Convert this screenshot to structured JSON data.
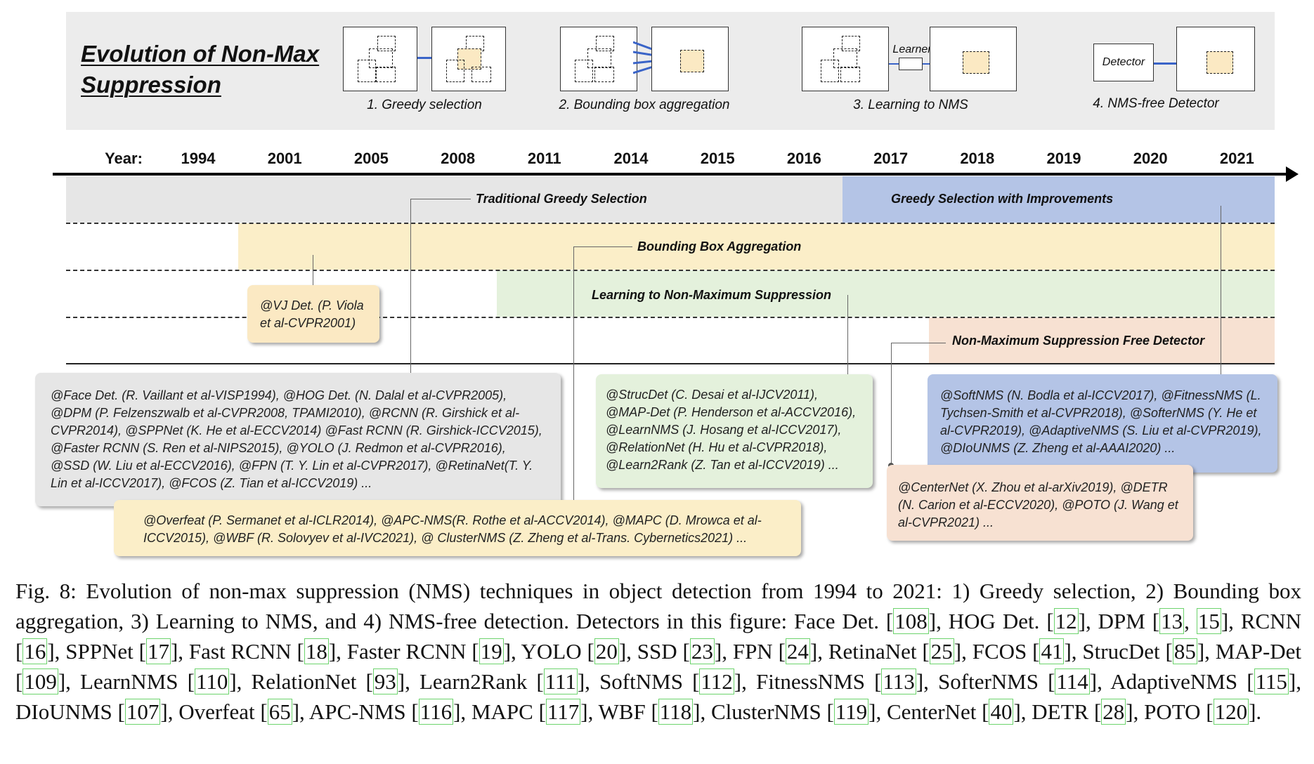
{
  "header": {
    "title_line1": "Evolution of Non-Max",
    "title_line2": "Suppression",
    "steps": [
      {
        "label": "1. Greedy selection"
      },
      {
        "label": "2. Bounding box aggregation"
      },
      {
        "label": "3. Learning to NMS",
        "learner": "Learner"
      },
      {
        "label": "4. NMS-free Detector",
        "detector": "Detector"
      }
    ]
  },
  "timeline": {
    "year_heading": "Year:",
    "years": [
      "1994",
      "2001",
      "2005",
      "2008",
      "2011",
      "2014",
      "2015",
      "2016",
      "2017",
      "2018",
      "2019",
      "2020",
      "2021"
    ]
  },
  "bands": {
    "greedy": "Traditional Greedy Selection",
    "greedy_improved": "Greedy Selection with Improvements",
    "aggregation": "Bounding Box Aggregation",
    "learning": "Learning to Non-Maximum Suppression",
    "nms_free": "Non-Maximum Suppression Free Detector"
  },
  "colors": {
    "greedy": "#e6e6e6",
    "greedy_improved": "#b4c4e6",
    "aggregation": "#fbeec8",
    "learning": "#e4f1dc",
    "nms_free": "#f7e1d2",
    "filled_box": "#fbe9c3"
  },
  "cards": {
    "vj": [
      "@VJ Det. (P. Viola",
      "et al-CVPR2001)"
    ],
    "greedy": [
      "@Face Det. (R. Vaillant et al-VISP1994), @HOG Det. (N. Dalal et al-CVPR2005),",
      "@DPM (P. Felzenszwalb et al-CVPR2008, TPAMI2010), @RCNN (R. Girshick et al-",
      "CVPR2014), @SPPNet (K. He et al-ECCV2014) @Fast RCNN (R. Girshick-ICCV2015),",
      "@Faster RCNN (S. Ren et al-NIPS2015), @YOLO (J. Redmon et al-CVPR2016),",
      "@SSD (W. Liu et al-ECCV2016), @FPN (T. Y. Lin et al-CVPR2017), @RetinaNet(T. Y.",
      "Lin et al-ICCV2017), @FCOS (Z. Tian et al-ICCV2019) ..."
    ],
    "aggregation": [
      "@Overfeat (P. Sermanet et al-ICLR2014), @APC-NMS(R. Rothe et al-ACCV2014), @MAPC (D. Mrowca et al-",
      "ICCV2015),  @WBF (R. Solovyev et al-IVC2021), @ ClusterNMS (Z. Zheng et al-Trans. Cybernetics2021) ..."
    ],
    "learning": [
      "@StrucDet (C. Desai et al-IJCV2011),",
      "@MAP-Det (P. Henderson et al-ACCV2016),",
      "@LearnNMS (J. Hosang et al-ICCV2017),",
      "@RelationNet (H. Hu et al-CVPR2018),",
      "@Learn2Rank (Z. Tan et al-ICCV2019) ..."
    ],
    "improved": [
      "@SoftNMS (N. Bodla et al-ICCV2017), @FitnessNMS (L.",
      "Tychsen-Smith et al-CVPR2018), @SofterNMS (Y. He et",
      "al-CVPR2019), @AdaptiveNMS (S. Liu et al-CVPR2019),",
      "@DIoUNMS (Z. Zheng et al-AAAI2020) ..."
    ],
    "nms_free": [
      "@CenterNet (X. Zhou et al-arXiv2019), @DETR",
      "(N. Carion et al-ECCV2020), @POTO (J. Wang et",
      "al-CVPR2021) ..."
    ]
  },
  "caption": {
    "prefix": "Fig. 8: Evolution of non-max suppression (NMS) techniques in object detection from 1994 to 2021: 1) Greedy selection, 2) Bounding box aggregation, 3) Learning to NMS, and 4) NMS-free detection. Detectors in this figure: ",
    "entries": [
      {
        "name": "Face Det.",
        "refs": [
          "108"
        ]
      },
      {
        "name": "HOG Det.",
        "refs": [
          "12"
        ]
      },
      {
        "name": "DPM",
        "refs": [
          "13",
          "15"
        ]
      },
      {
        "name": "RCNN",
        "refs": [
          "16"
        ]
      },
      {
        "name": "SPPNet",
        "refs": [
          "17"
        ]
      },
      {
        "name": "Fast RCNN",
        "refs": [
          "18"
        ]
      },
      {
        "name": "Faster RCNN",
        "refs": [
          "19"
        ]
      },
      {
        "name": "YOLO",
        "refs": [
          "20"
        ]
      },
      {
        "name": "SSD",
        "refs": [
          "23"
        ]
      },
      {
        "name": "FPN",
        "refs": [
          "24"
        ]
      },
      {
        "name": "RetinaNet",
        "refs": [
          "25"
        ]
      },
      {
        "name": "FCOS",
        "refs": [
          "41"
        ]
      },
      {
        "name": "StrucDet",
        "refs": [
          "85"
        ]
      },
      {
        "name": "MAP-Det",
        "refs": [
          "109"
        ]
      },
      {
        "name": "LearnNMS",
        "refs": [
          "110"
        ]
      },
      {
        "name": "RelationNet",
        "refs": [
          "93"
        ]
      },
      {
        "name": "Learn2Rank",
        "refs": [
          "111"
        ]
      },
      {
        "name": "SoftNMS",
        "refs": [
          "112"
        ]
      },
      {
        "name": "FitnessNMS",
        "refs": [
          "113"
        ]
      },
      {
        "name": "SofterNMS",
        "refs": [
          "114"
        ]
      },
      {
        "name": "AdaptiveNMS",
        "refs": [
          "115"
        ]
      },
      {
        "name": "DIoUNMS",
        "refs": [
          "107"
        ]
      },
      {
        "name": "Overfeat",
        "refs": [
          "65"
        ]
      },
      {
        "name": "APC-NMS",
        "refs": [
          "116"
        ]
      },
      {
        "name": "MAPC",
        "refs": [
          "117"
        ]
      },
      {
        "name": "WBF",
        "refs": [
          "118"
        ]
      },
      {
        "name": "ClusterNMS",
        "refs": [
          "119"
        ]
      },
      {
        "name": "CenterNet",
        "refs": [
          "40"
        ]
      },
      {
        "name": "DETR",
        "refs": [
          "28"
        ]
      },
      {
        "name": "POTO",
        "refs": [
          "120"
        ]
      }
    ]
  }
}
